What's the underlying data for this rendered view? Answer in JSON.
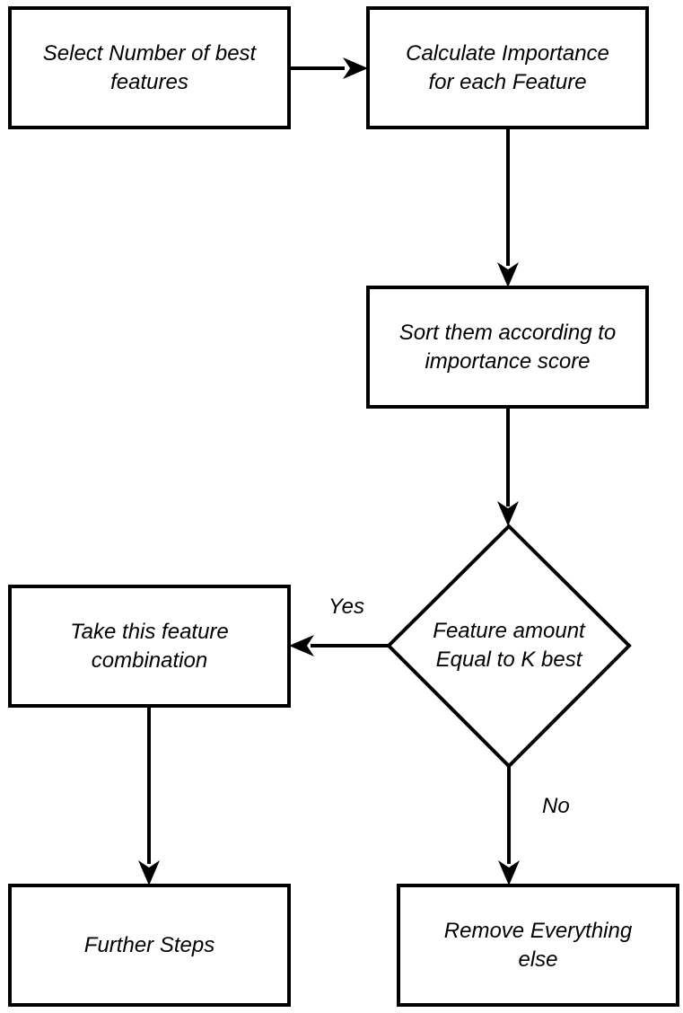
{
  "nodes": {
    "select_number": "Select Number of best\nfeatures",
    "calculate_importance": "Calculate Importance\nfor each Feature",
    "sort_features": "Sort them according to\nimportance score",
    "decision": "Feature amount\nEqual to K best",
    "take_combination": "Take this feature\ncombination",
    "further_steps": "Further Steps",
    "remove_everything": "Remove Everything\nelse"
  },
  "edges": {
    "yes_label": "Yes",
    "no_label": "No"
  }
}
